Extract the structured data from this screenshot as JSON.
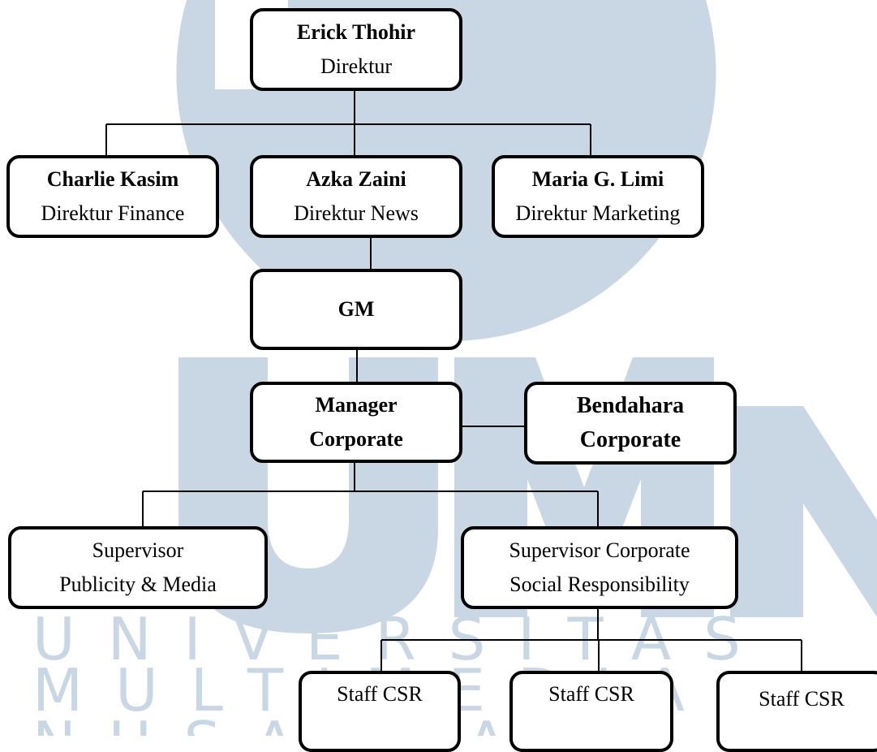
{
  "watermark": {
    "color": "#c9d6e3",
    "line1": "UNIVERSITAS",
    "line2": "MULTIMEDIA",
    "line3": "NUSANTARA"
  },
  "nodes": {
    "direktur": {
      "name": "Erick Thohir",
      "role": "Direktur"
    },
    "finance": {
      "name": "Charlie Kasim",
      "role": "Direktur Finance"
    },
    "news": {
      "name": "Azka Zaini",
      "role": "Direktur News"
    },
    "marketing": {
      "name": "Maria G. Limi",
      "role": "Direktur Marketing"
    },
    "gm": {
      "name": "GM"
    },
    "manager": {
      "name_line1": "Manager",
      "name_line2": "Corporate"
    },
    "bendahara": {
      "name_line1": "Bendahara",
      "name_line2": "Corporate"
    },
    "publicity": {
      "line1": "Supervisor",
      "line2": "Publicity & Media"
    },
    "csr_supervisor": {
      "line1": "Supervisor Corporate",
      "line2": "Social Responsibility"
    },
    "staff": [
      "Staff CSR",
      "Staff CSR",
      "Staff CSR"
    ]
  }
}
